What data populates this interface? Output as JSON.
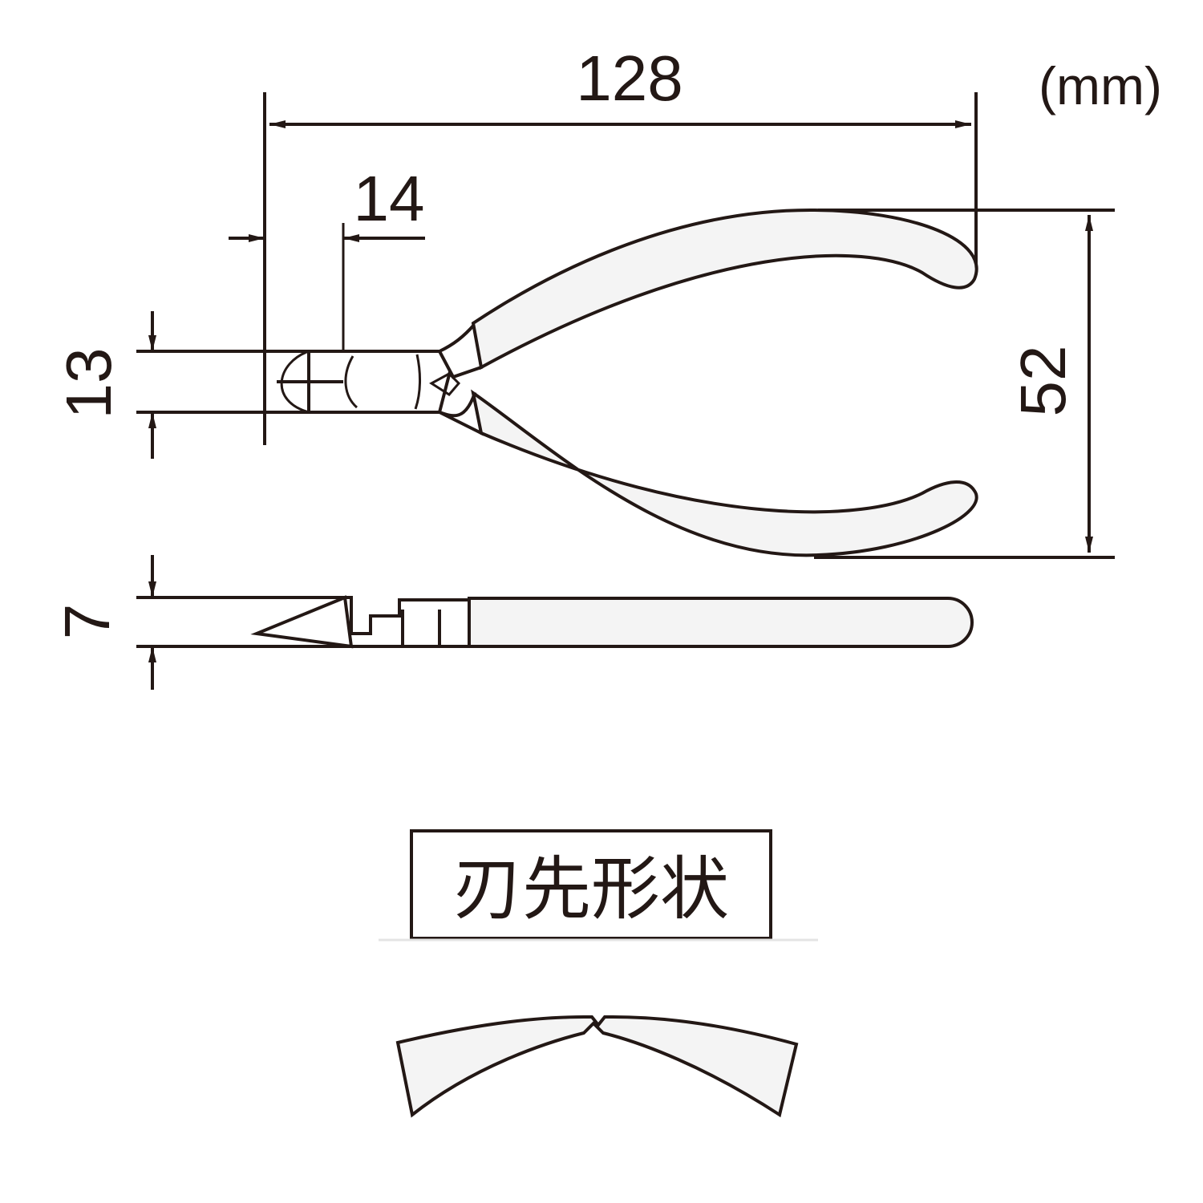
{
  "units": "(mm)",
  "dimensions": {
    "overall_length": "128",
    "jaw_length": "14",
    "head_width": "13",
    "open_width": "52",
    "head_thickness": "7"
  },
  "detail": {
    "label": "刃先形状"
  },
  "colors": {
    "line": "#231815",
    "grip_fill": "#f4f4f4"
  }
}
